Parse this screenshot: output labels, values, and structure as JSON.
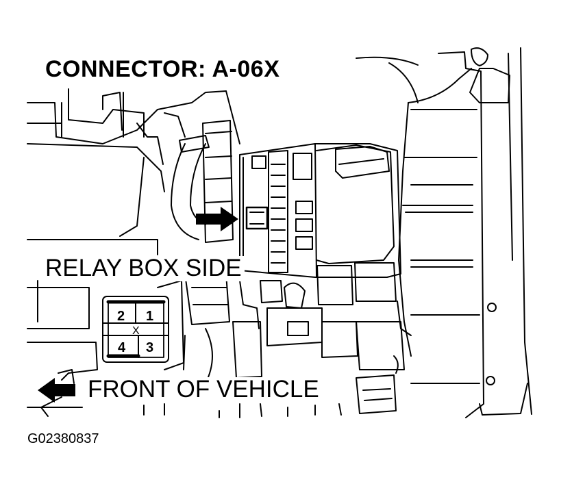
{
  "title": "CONNECTOR: A-06X",
  "relay_label": "RELAY BOX SIDE",
  "front_label": "FRONT OF VEHICLE",
  "figure_id": "G02380837",
  "connector_pins": {
    "top_left": "2",
    "top_right": "1",
    "bottom_left": "4",
    "bottom_right": "3",
    "center_mark": "X"
  },
  "colors": {
    "line": "#000000",
    "background": "#ffffff"
  }
}
